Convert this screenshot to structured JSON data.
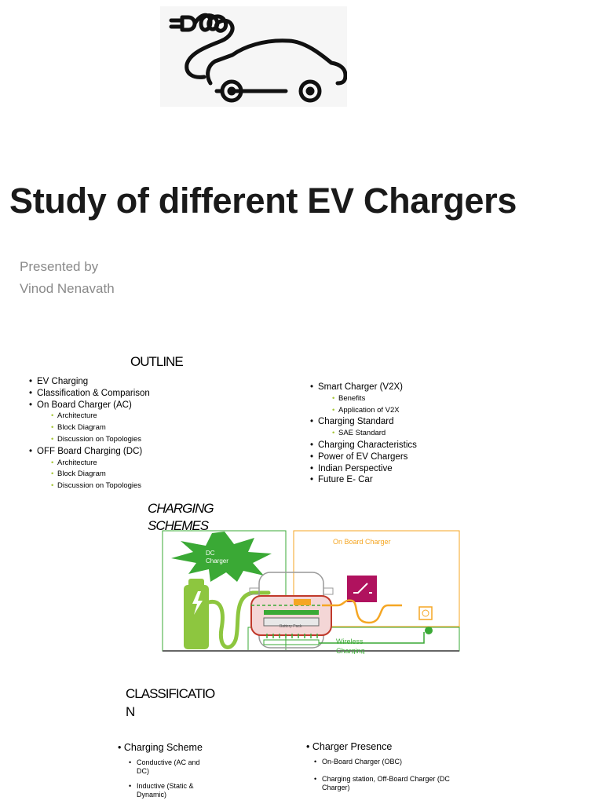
{
  "title": "Study of different EV Chargers",
  "presenter": {
    "line1": "Presented by",
    "line2": "Vinod Nenavath"
  },
  "outline": {
    "heading": "OUTLINE",
    "left": [
      {
        "label": "EV Charging",
        "sub": []
      },
      {
        "label": "Classification & Comparison",
        "sub": []
      },
      {
        "label": "On Board Charger (AC)",
        "sub": [
          "Architecture",
          "Block Diagram",
          "Discussion on Topologies"
        ]
      },
      {
        "label": "OFF Board Charging (DC)",
        "sub": [
          "Architecture",
          "Block Diagram",
          "Discussion on Topologies"
        ]
      }
    ],
    "right": [
      {
        "label": "Smart Charger (V2X)",
        "sub": [
          "Benefits",
          "Application of V2X"
        ]
      },
      {
        "label": "Charging Standard",
        "sub": [
          "SAE Standard"
        ]
      },
      {
        "label": "Charging Characteristics",
        "sub": []
      },
      {
        "label": "Power of EV Chargers",
        "sub": []
      },
      {
        "label": "Indian Perspective",
        "sub": []
      },
      {
        "label": "Future E- Car",
        "sub": []
      }
    ]
  },
  "charging_schemes": {
    "heading_line1": "CHARGING",
    "heading_line2": "SCHEMES",
    "dc_charger_label": "DC Charger",
    "on_board_label": "On Board Charger",
    "wireless_label": "Wireless Charging",
    "battery_label": "Battery Pack"
  },
  "classification": {
    "heading_line1": "CLASSIFICATIO",
    "heading_line2": "N",
    "left": {
      "label": "Charging Scheme",
      "sub": [
        "Conductive (AC and DC)",
        "Inductive (Static & Dynamic)"
      ]
    },
    "right": {
      "label": "Charger Presence",
      "sub": [
        "On-Board Charger (OBC)",
        "Charging station, Off-Board Charger (DC Charger)"
      ]
    }
  },
  "colors": {
    "green": "#8dc63f",
    "dc_green": "#3aa935",
    "orange": "#f5a623",
    "magenta": "#b0125e",
    "red": "#c0392b"
  },
  "icons": {
    "logo": "ev-car-plug-icon"
  }
}
